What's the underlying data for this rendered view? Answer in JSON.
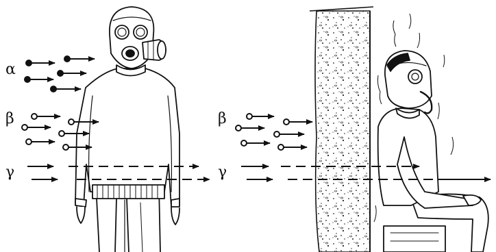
{
  "labels": {
    "alpha": "α",
    "beta": "β",
    "gamma": "γ"
  },
  "colors": {
    "ink": "#111111",
    "paper": "#ffffff"
  },
  "figures": [
    {
      "name": "standing-person-in-gas-mask"
    },
    {
      "name": "seated-person-in-gas-mask-behind-wall"
    }
  ]
}
